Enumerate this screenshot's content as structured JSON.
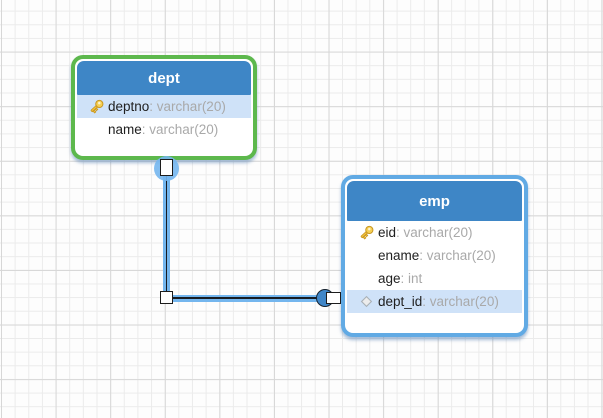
{
  "diagram": {
    "tables": [
      {
        "name": "dept",
        "columns": [
          {
            "name": "deptno",
            "type": ": varchar(20)",
            "icon": "primary-key",
            "highlighted": true
          },
          {
            "name": "name",
            "type": ": varchar(20)",
            "icon": "none",
            "highlighted": false
          }
        ]
      },
      {
        "name": "emp",
        "columns": [
          {
            "name": "eid",
            "type": ": varchar(20)",
            "icon": "primary-key",
            "highlighted": false
          },
          {
            "name": "ename",
            "type": ": varchar(20)",
            "icon": "none",
            "highlighted": false
          },
          {
            "name": "age",
            "type": ": int",
            "icon": "none",
            "highlighted": false
          },
          {
            "name": "dept_id",
            "type": ": varchar(20)",
            "icon": "foreign-key-diamond",
            "highlighted": true
          }
        ]
      }
    ],
    "relationship": {
      "from_table": "dept",
      "from_column": "deptno",
      "to_table": "emp",
      "to_column": "dept_id",
      "selected": true
    },
    "colors": {
      "header_blue": "#3e86c6",
      "row_highlight_blue": "#cfe2f8",
      "dept_selected_border_green": "#5db84d",
      "emp_border_blue": "#61aae4",
      "line_glow_blue": "#74b6ee",
      "line_core_dark": "#171c22",
      "column_name_text": "#1f1f1f",
      "column_type_text": "#a9a9a9",
      "grid_minor": "#ebebeb",
      "grid_major": "#d7d7d7"
    }
  }
}
